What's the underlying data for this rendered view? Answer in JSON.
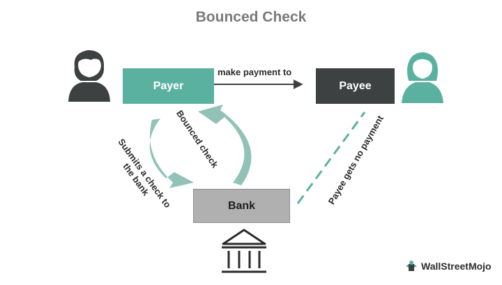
{
  "title": "Bounced Check",
  "nodes": {
    "payer": "Payer",
    "payee": "Payee",
    "bank": "Bank"
  },
  "edges": {
    "payer_to_payee": "make payment to",
    "bank_to_payer": "Bounced check",
    "payer_to_bank_line1": "Submits a check to",
    "payer_to_bank_line2": "the bank",
    "bank_to_payee": "Payee gets no payment"
  },
  "icons": {
    "payer": "man-avatar-icon",
    "payee": "woman-avatar-icon",
    "bank": "bank-building-icon",
    "logo": "wallstreetmojo-logo-icon"
  },
  "colors": {
    "payer": "#5bb1a0",
    "payee": "#3d4142",
    "bank": "#b0b0b0",
    "arrow_teal": "#7fb8ab",
    "dark": "#3d4142"
  },
  "brand": "WallStreetMojo"
}
